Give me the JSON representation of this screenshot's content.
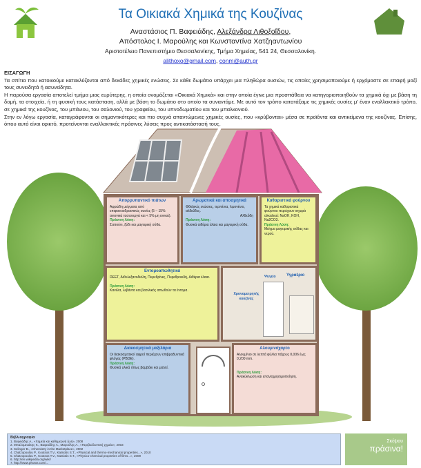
{
  "header": {
    "title": "Τα Οικιακά Χημικά της Κουζίνας",
    "authors_line1_a": "Αναστάσιος Π. Βαφειάδης, ",
    "authors_line1_b": "Αλεξάνδρα Λιθοξοΐδου",
    ",": ",",
    "authors_line2": "Απόστολος Ι. Μαρούλης και Κωνσταντίνα Χατζηαντωνίου",
    "affiliation": "Αριστοτέλειο Πανεπιστήμιο Θεσσαλονίκης, Τμήμα Χημείας, 541 24, Θεσσαλονίκη.",
    "email1": "alithoxo@gmail.com",
    "email_sep": ", ",
    "email2": "conm@auth.gr"
  },
  "intro": {
    "heading": "ΕΙΣΑΓΩΓΗ",
    "p1": "Τα σπίτια που κατοικούμε κατακλύζονται από δεκάδες χημικές ενώσεις. Σε κάθε δωμάτιο υπάρχει μια πληθώρα ουσιών, τις οποίες χρησιμοποιούμε ή ερχόμαστε σε επαφή μαζί τους συνειδητά ή ασυνείδητα.",
    "p2": "Η παρούσα εργασία αποτελεί τμήμα μιας ευρύτερης, η οποία ονομάζεται «Οικιακά Χημικά» και στην οποία έγινε μια προσπάθεια να κατηγοριοποιηθούν τα χημικά όχι με βάση τη δομή, τα στοιχεία, ή τη φυσική τους κατάσταση, αλλά με βάση το δωμάτιο στο οποίο τα συναντάμε. Με αυτό τον τρόπο κατατάξαμε τις χημικές ουσίες μ' έναν εναλλακτικό τρόπο, σε χημικά της κουζίνας, του μπάνιου, του σαλονιού, του γραφείου, του υπνοδωματίου και του μπαλκονιού.",
    "p3": "Στην εν λόγω εργασία, καταγράφονται οι σημαντικότερες και πιο συχνά απαντώμενες χημικές ουσίες, που «κρύβονται» μέσα σε προϊόντα και αντικείμενα της κουζίνας. Επίσης, όπου αυτό είναι εφικτό, προτείνονται εναλλακτικές πράσινες λύσεις προς αντικατάστασή τους."
  },
  "panels": {
    "p1": {
      "title": "Απορρυπαντικό πιάτων",
      "body": "Αφρώδη μείγματα από επιφανειοδραστικές ουσίες (5 – 15% ανιονικά τασιενεργά και < 5% μη ιονικά).",
      "green": "Πράσινη Λύση:",
      "gbody": "Σαπούνι, ξύδι και μαγειρική σόδα."
    },
    "p2": {
      "title": "Αρωματικά και αποσμητικά",
      "body": "Φθαλικές ενώσεις, τερπένια, λιμονένιο, αλδεΰδες.",
      "label": "Αλδεΰδη",
      "green": "Πράσινη Λύση:",
      "gbody": "Φυσικά αιθέρια έλαια και μαγειρική σόδα."
    },
    "p3": {
      "title": "Καθαριστικά φούρνου",
      "body": "Τα χημικά καθαριστικά φούρνου περιέχουν ισχυρά αλκαλικά: NaOH, KOH, Na2CO3.",
      "green": "Πράσινη Λύση:",
      "gbody": "Μείγμα μαγειρικής σόδας και νερού."
    },
    "p4": {
      "title": "Εντομοαπωθητικά",
      "body": "DEET, Αιθυλεξανοδιόλη, Πυρεθρίνες, Πυρεθροειδή, Αιθέρια έλαια.",
      "green": "Πράσινη Λύση:",
      "gbody": "Κανέλα, λεβάντα και βασιλικός απωθούν τα έντομα."
    },
    "p5": {
      "title": "Υγραέριο",
      "timer": "Χρονομετρητής κουζίνας",
      "fridge": "Ψυγείο"
    },
    "p6": {
      "title": "Διακοσμητικά μαξιλάρια",
      "body": "Οι διακοσμητικοί αφροί περιέχουν επιβραδυντικά φλόγας (PBDE).",
      "green": "Πράσινη Λύση:",
      "gbody": "Φυσικά υλικά όπως βαμβάκι και μαλλί."
    },
    "p7": {
      "title": "Αλουμινόχαρτο",
      "body": "Αλουμίνιο σε λεπτά φύλλα πάχους 0,006 έως 0,200 mm.",
      "green": "Πράσινη Λύση:",
      "gbody": "Ανακύκλωση και επαναχρησιμοποίηση."
    }
  },
  "references": {
    "heading": "Βιβλιογραφία",
    "items": [
      "1. Βαφειάδης Α., «Χημεία και καθημερινή ζωή», 2008",
      "2. Μπαλομενάκης Κ., Βαφειάδης Α., Μαρούλης Α., «Περιβαλλοντική χημεία», 2003",
      "3. Selinger B., «Chemistry in the Marketplace», 2002",
      "4. Chatzopoulou P., Koutsos T.V., Katsiotis S.T., «Physical and thermo-mechanical properties...», 2010",
      "5. Chatzopoulou P., Koutsos T.V., Katsiotis S.T., «Physico-chemical properties of films...», 2009",
      "6. http://en.wikipedia.org/wiki/",
      "7. http://www.photos.com/..."
    ]
  },
  "logo": {
    "line1": "Σκέψου",
    "line2": "πράσινα!"
  }
}
